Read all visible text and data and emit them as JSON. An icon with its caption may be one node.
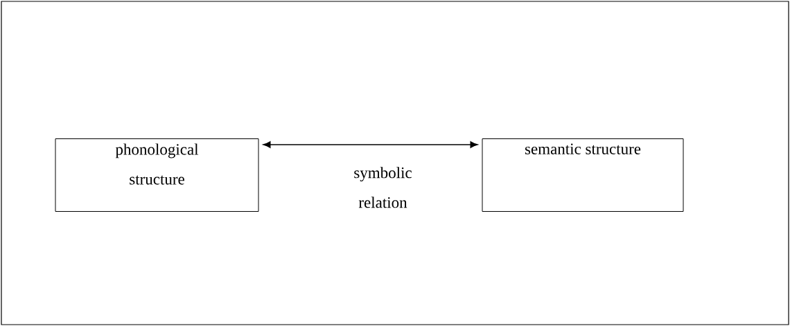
{
  "diagram": {
    "nodes": [
      {
        "text": [
          "phonological structure"
        ]
      },
      {
        "text": [
          "semantic structure"
        ]
      }
    ],
    "edges": [
      {
        "from": 0,
        "to": 1,
        "arrow": "both",
        "label": "symbolic relation"
      }
    ]
  }
}
